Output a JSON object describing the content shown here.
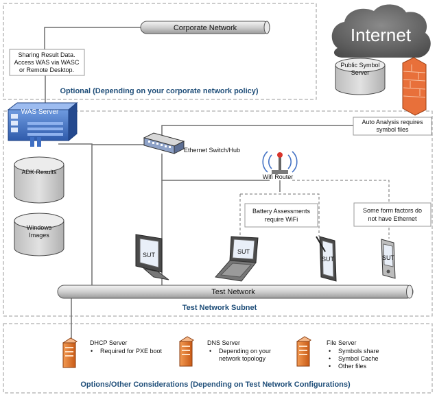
{
  "sections": {
    "optional": "Optional (Depending on your corporate network policy)",
    "test_subnet": "Test Network Subnet",
    "options": "Options/Other Considerations (Depending on Test Network Configurations)"
  },
  "networks": {
    "corporate": "Corporate Network",
    "test": "Test Network"
  },
  "cloud": {
    "title": "Internet",
    "server": [
      "Public Symbol",
      "Server"
    ]
  },
  "callouts": {
    "sharing": [
      "Sharing Result Data.",
      "Access WAS via WASC",
      "or Remote Desktop."
    ],
    "auto_analysis": [
      "Auto Analysis requires",
      "symbol files"
    ],
    "battery": [
      "Battery Assessments",
      "require WiFi"
    ],
    "form_factors": [
      "Some form factors do",
      "not have Ethernet"
    ]
  },
  "nodes": {
    "was_server": "WAS Server",
    "switch": "Ethernet Switch/Hub",
    "router": "Wifi Router",
    "adk_results": "ADK Results",
    "windows_images": [
      "Windows",
      "Images"
    ],
    "sut": "SUT"
  },
  "servers": [
    {
      "title": "DHCP Server",
      "bullets": [
        "Required for PXE boot"
      ]
    },
    {
      "title": "DNS Server",
      "bullets": [
        "Depending on your",
        "network topology"
      ]
    },
    {
      "title": "File Server",
      "bullets": [
        "Symbols share",
        "Symbol Cache",
        "Other files"
      ]
    }
  ],
  "colors": {
    "section_text": "#1f4e79",
    "was_server": "#3f6fc3",
    "firewall": "#e8703a",
    "pipe": "#cfcfcf",
    "cylinder_top": "#ececec",
    "cylinder_body": "#c8c8c8"
  }
}
